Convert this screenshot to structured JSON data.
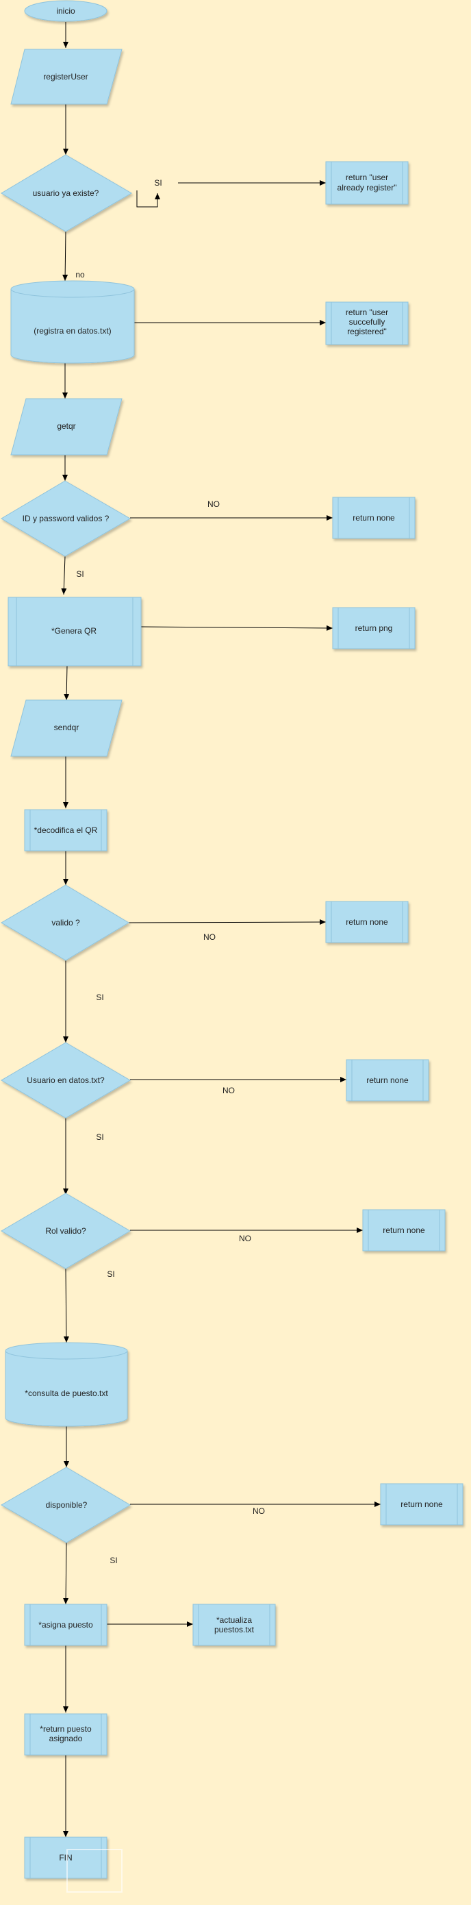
{
  "colors": {
    "background": "#fff2cc",
    "shape_fill": "#b1ddf0",
    "shape_stroke": "#8fc3dc",
    "edge": "#000000",
    "text": "#222222"
  },
  "nodes": {
    "inicio": "inicio",
    "registerUser": "registerUser",
    "usuario_ya_existe": "usuario ya existe?",
    "si_loop": "SI",
    "return_already": [
      "return \"user",
      "already register\""
    ],
    "registra": "(registra en datos.txt)",
    "return_success": [
      "return \"user",
      "succefully",
      "registered\""
    ],
    "getqr": "getqr",
    "id_password": "ID y password validos ?",
    "return_none_1": "return none",
    "genera_qr": "*Genera QR",
    "return_png": "return png",
    "sendqr": "sendqr",
    "decodifica": "*decodifica el QR",
    "valido": "valido ?",
    "return_none_2": "return none",
    "usuario_datos": "Usuario en datos.txt?",
    "return_none_3": "return none",
    "rol_valido": "Rol valido?",
    "return_none_4": "return none",
    "consulta": "*consulta de puesto.txt",
    "disponible": "disponible?",
    "return_none_5": "return none",
    "asigna": "*asigna puesto",
    "actualiza": [
      "*actualiza",
      "puestos.txt"
    ],
    "return_puesto": [
      "*return puesto",
      "asignado"
    ],
    "fin": "FIN"
  },
  "edge_labels": {
    "no_registra": "no",
    "no_id": "NO",
    "si_id": "SI",
    "no_valido": "NO",
    "si_valido": "SI",
    "no_usuario": "NO",
    "si_usuario": "SI",
    "no_rol": "NO",
    "si_rol": "SI",
    "no_disponible": "NO",
    "si_disponible": "SI"
  }
}
